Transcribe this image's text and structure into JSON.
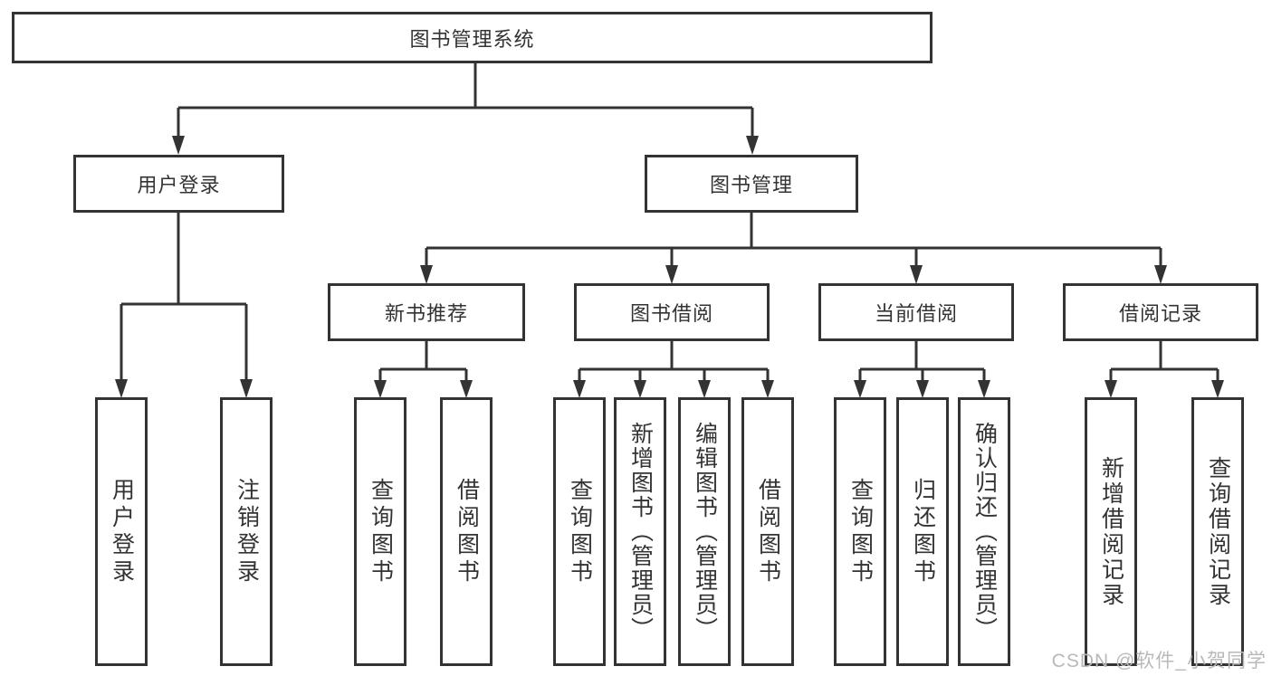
{
  "diagram": {
    "title": "图书管理系统",
    "level2": {
      "login": "用户登录",
      "management": "图书管理"
    },
    "level3": {
      "new_books": "新书推荐",
      "book_borrow": "图书借阅",
      "current_borrow": "当前借阅",
      "borrow_records": "借阅记录"
    },
    "leaves": {
      "user_login": "用户登录",
      "logout": "注销登录",
      "nb_query_books": "查询图书",
      "nb_borrow_books": "借阅图书",
      "bb_query_books": "查询图书",
      "bb_add_books": "新增图书（管理员）",
      "bb_edit_books": "编辑图书（管理员）",
      "bb_borrow_books": "借阅图书",
      "cb_query_books": "查询图书",
      "cb_return_books": "归还图书",
      "cb_confirm_return": "确认归还（管理员）",
      "br_add_record": "新增借阅记录",
      "br_query_record": "查询借阅记录"
    }
  },
  "watermark": "CSDN @软件_小贺同学",
  "colors": {
    "line": "#333333",
    "text": "#333333",
    "background": "#ffffff",
    "watermark": "#b9b9b9"
  }
}
